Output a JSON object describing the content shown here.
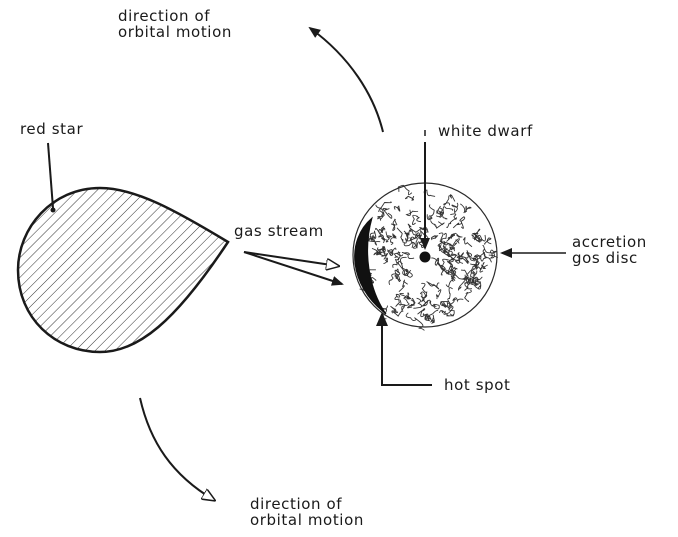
{
  "labels": {
    "top_orbital_line1": "direction of",
    "top_orbital_line2": "orbital motion",
    "red_star": "red star",
    "white_dwarf": "white dwarf",
    "gas_stream": "gas stream",
    "accretion_line1": "accretion",
    "accretion_line2": "gos disc",
    "hot_spot": "hot spot",
    "bottom_orbital_line1": "direction of",
    "bottom_orbital_line2": "orbital motion"
  },
  "colors": {
    "ink": "#1a1a1a",
    "background": "#ffffff"
  }
}
